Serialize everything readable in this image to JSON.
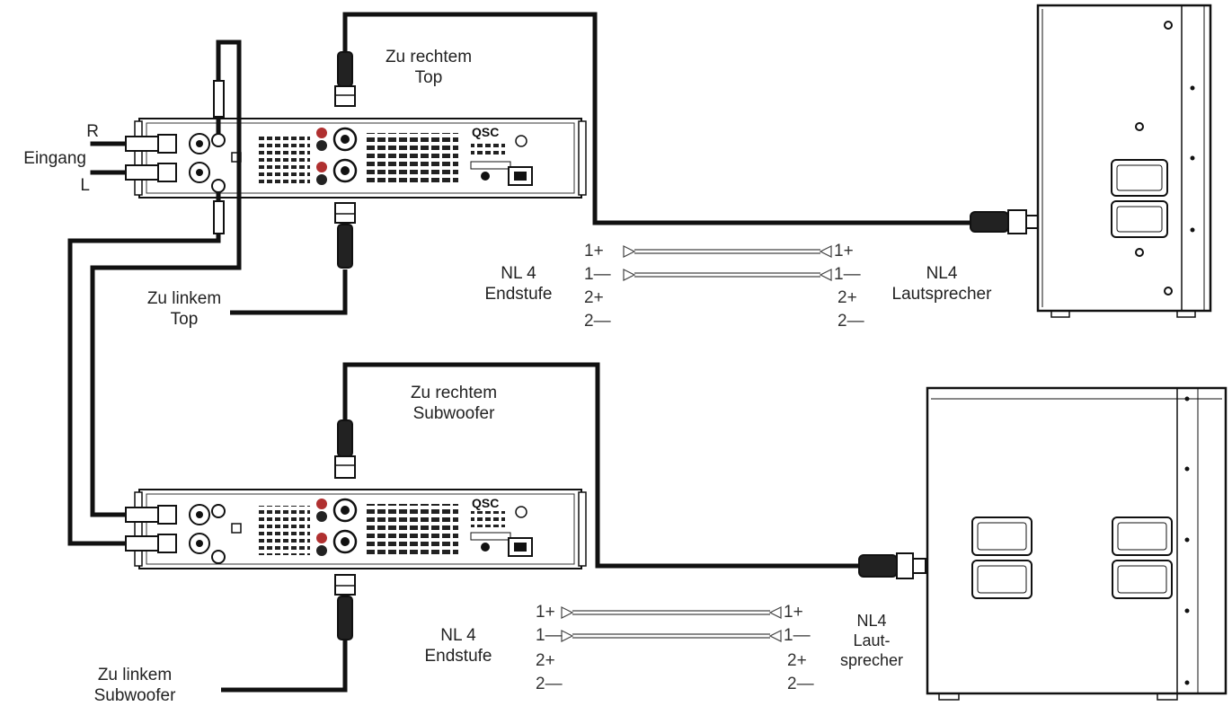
{
  "labels": {
    "input_r": "R",
    "input_title": "Eingang",
    "input_l": "L",
    "top_right_line1": "Zu rechtem",
    "top_right_line2": "Top",
    "top_left_line1": "Zu linkem",
    "top_left_line2": "Top",
    "sub_right_line1": "Zu rechtem",
    "sub_right_line2": "Subwoofer",
    "sub_left_line1": "Zu linkem",
    "sub_left_line2": "Subwoofer",
    "amp_top_nl4_line1": "NL 4",
    "amp_top_nl4_line2": "Endstufe",
    "spk_top_nl4_line1": "NL4",
    "spk_top_nl4_line2": "Lautsprecher",
    "amp_sub_nl4_line1": "NL 4",
    "amp_sub_nl4_line2": "Endstufe",
    "spk_sub_nl4_line1": "NL4",
    "spk_sub_nl4_line2": "Laut-",
    "spk_sub_nl4_line3": "sprecher"
  },
  "pins": [
    "1+",
    "1—",
    "2+",
    "2—"
  ],
  "amp_brand": "QSC"
}
